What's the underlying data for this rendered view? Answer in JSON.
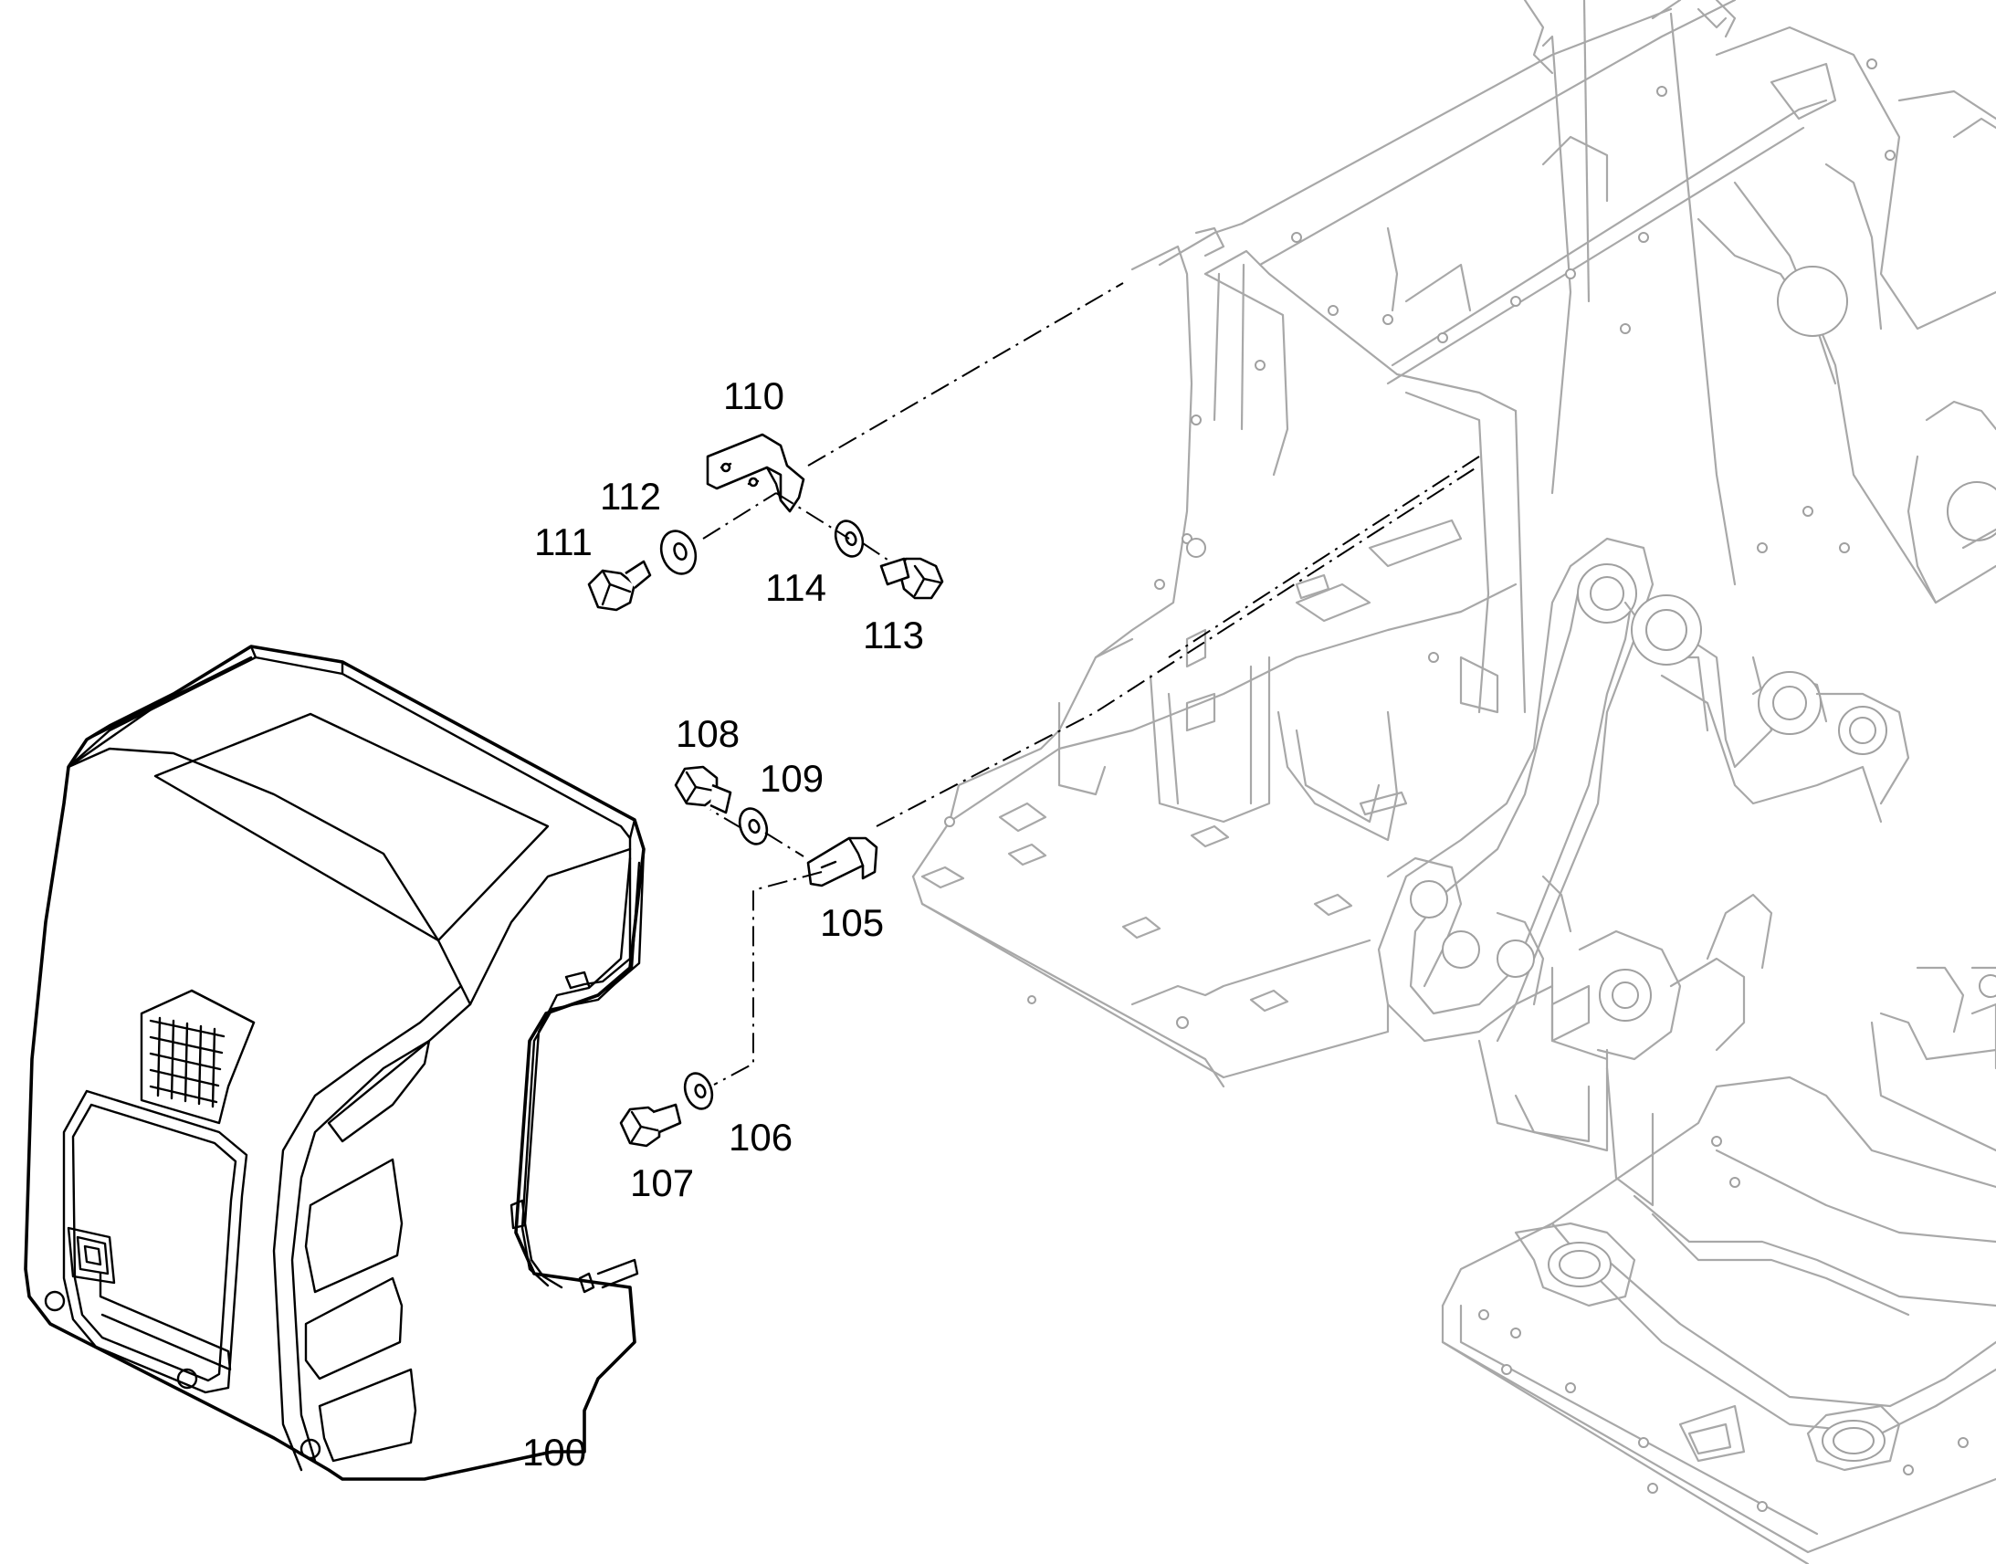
{
  "callouts": [
    {
      "id": "100",
      "label": "100"
    },
    {
      "id": "105",
      "label": "105"
    },
    {
      "id": "106",
      "label": "106"
    },
    {
      "id": "107",
      "label": "107"
    },
    {
      "id": "108",
      "label": "108"
    },
    {
      "id": "109",
      "label": "109"
    },
    {
      "id": "110",
      "label": "110"
    },
    {
      "id": "111",
      "label": "111"
    },
    {
      "id": "112",
      "label": "112"
    },
    {
      "id": "113",
      "label": "113"
    },
    {
      "id": "114",
      "label": "114"
    }
  ]
}
